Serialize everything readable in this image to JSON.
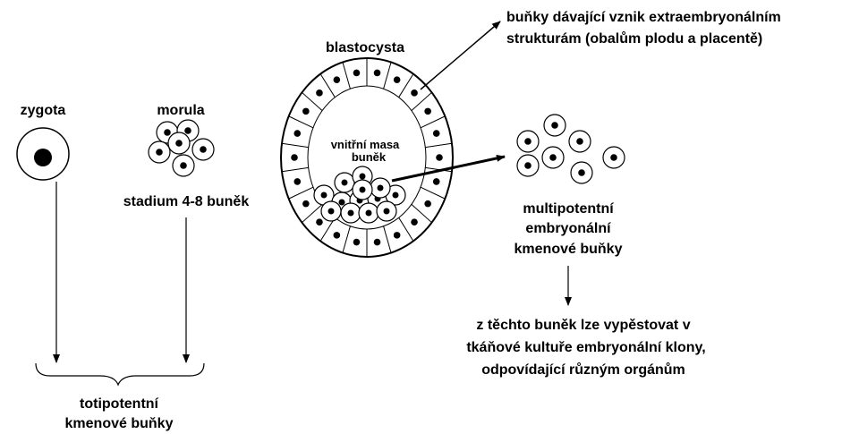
{
  "labels": {
    "zygota": "zygota",
    "morula": "morula",
    "morula_stage": "stadium 4-8 buněk",
    "blastocysta": "blastocysta",
    "inner_mass_line1": "vnitřní masa",
    "inner_mass_line2": "buněk",
    "extraembryonic_line1": "buňky dávající vznik extraembryonálním",
    "extraembryonic_line2": "strukturám (obalům plodu a placentě)",
    "multipotent_line1": "multipotentní",
    "multipotent_line2": "embryonální",
    "multipotent_line3": "kmenové buňky",
    "culture_line1": "z těchto buněk lze vypěstovat v",
    "culture_line2": "tkáňové  kultuře embryonální klony,",
    "culture_line3": "odpovídající různým orgánům",
    "totipotent_line1": "totipotentní",
    "totipotent_line2": "kmenové buňky"
  },
  "colors": {
    "stroke": "#000000",
    "fill": "#ffffff"
  }
}
